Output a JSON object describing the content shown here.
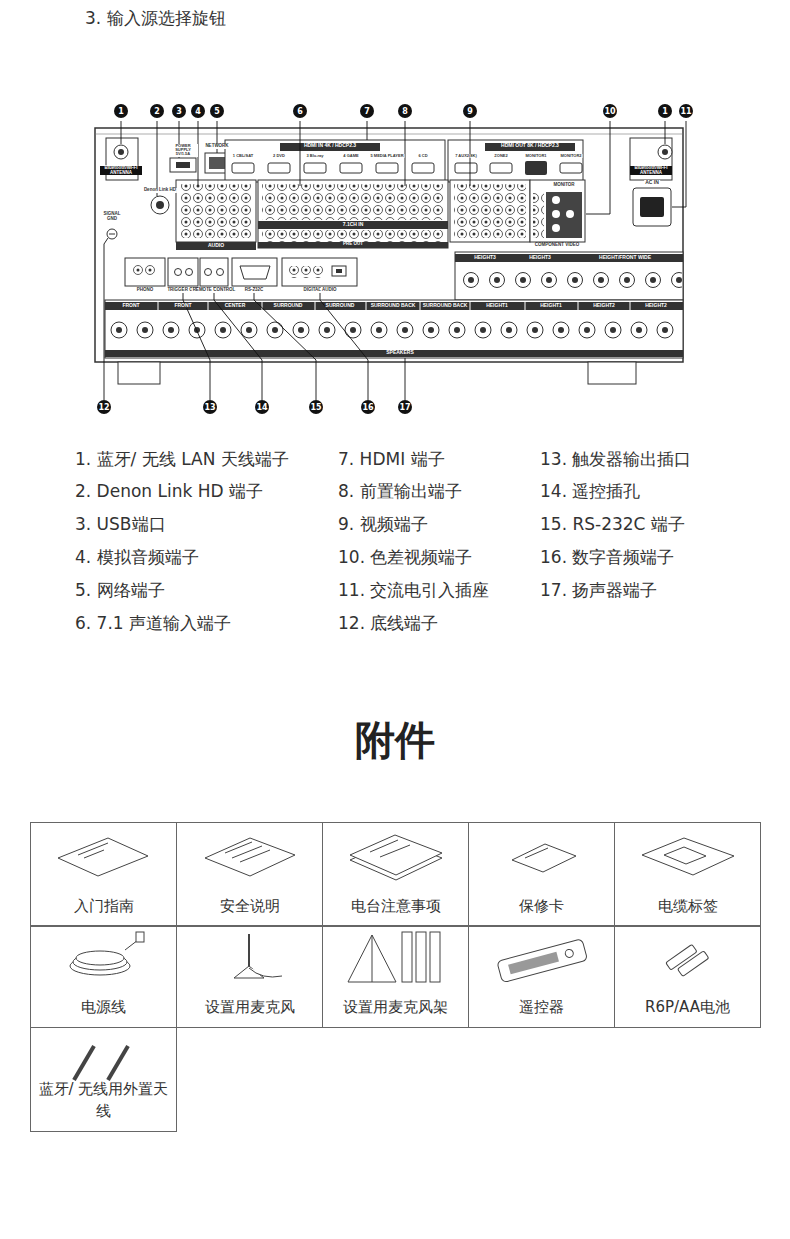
{
  "diagram": {
    "title": "附件",
    "nodes": [
      {
        "text": [
          "入门指南"
        ]
      },
      {
        "text": [
          "安全说明"
        ]
      },
      {
        "text": [
          "电台注意事项"
        ]
      },
      {
        "text": [
          "保修卡"
        ]
      },
      {
        "text": [
          "电缆标签"
        ]
      },
      {
        "text": [
          "电源线"
        ]
      },
      {
        "text": [
          "设置用麦克风"
        ]
      },
      {
        "text": [
          "设置用麦克风架"
        ]
      },
      {
        "text": [
          "遥控器"
        ]
      },
      {
        "text": [
          "R6P/AA电池"
        ]
      },
      {
        "text": [
          "蓝牙/ 无线用外置天线"
        ]
      }
    ],
    "labels": [
      "3. 输入源选择旋钮",
      "1",
      "2",
      "3",
      "4",
      "5",
      "6",
      "7",
      "8",
      "9",
      "10",
      "1",
      "11",
      "12",
      "13",
      "14",
      "15",
      "16",
      "17",
      "1. 蓝牙/ 无线 LAN 天线端子",
      "2. Denon Link HD 端子",
      "3. USB端口",
      "4. 模拟音频端子",
      "5. 网络端子",
      "6. 7.1 声道输入端子",
      "7. HDMI 端子",
      "8. 前置输出端子",
      "9. 视频端子",
      "10. 色差视频端子",
      "11. 交流电引入插座",
      "12. 底线端子",
      "13. 触发器输出插口",
      "14. 遥控插孔",
      "15. RS-232C 端子",
      "16. 数字音频端子",
      "17. 扬声器端子",
      "Bluetooth/Wi-Fi ANTENNA",
      "POWER SUPPLY 5V/1.5A",
      "NETWORK",
      "Denon Link HD",
      "HDMI IN 4K / HDCP2.3",
      "1 CBL/SAT",
      "2 DVD",
      "3 Blu-ray",
      "4 GAME",
      "5 MEDIA PLAYER",
      "6 CD",
      "HDMI OUT 8K / HDCP2.3",
      "7 AUX2(8K)",
      "ZONE2",
      "MONITOR1",
      "MONITOR2",
      "AC IN",
      "Bluetooth/Wi-Fi ANTENNA",
      "SIGNAL GND",
      "AUDIO",
      "7.1CH IN",
      "PRE OUT",
      "MONITOR",
      "COMPONENT VIDEO",
      "PHONO",
      "TRIGGER OUT",
      "REMOTE CONTROL",
      "RS-232C",
      "DIGITAL AUDIO",
      "HEIGHT3",
      "HEIGHT3",
      "HEIGHT/FRONT WIDE",
      "FRONT",
      "FRONT",
      "CENTER",
      "SURROUND",
      "SURROUND",
      "SURROUND BACK",
      "SURROUND BACK",
      "HEIGHT1",
      "HEIGHT1",
      "HEIGHT2",
      "HEIGHT2",
      "SPEAKERS"
    ]
  }
}
